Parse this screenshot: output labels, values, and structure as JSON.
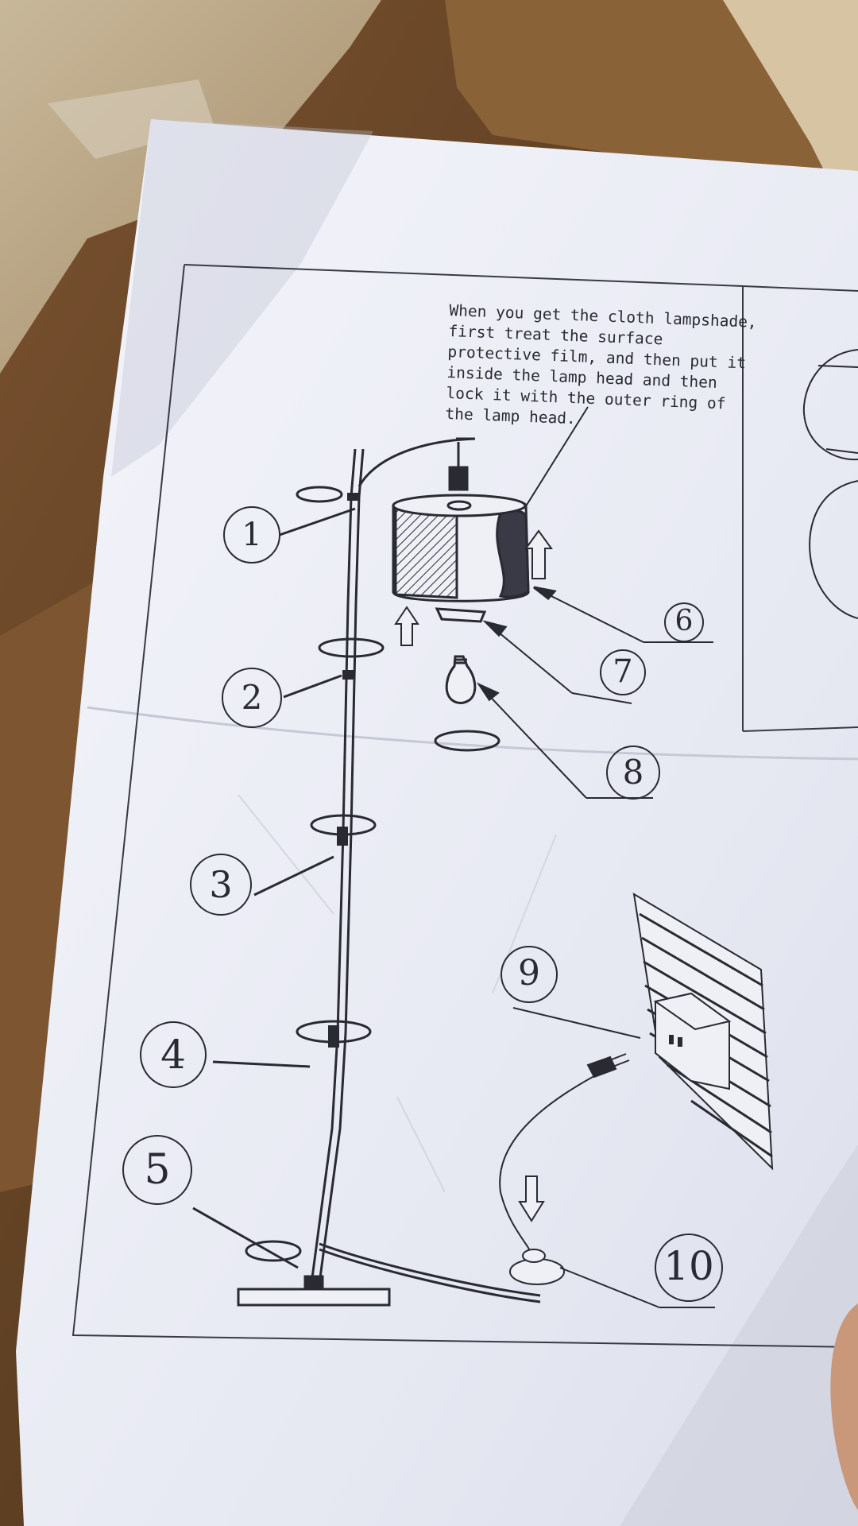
{
  "photo": {
    "subject": "Printed floor lamp assembly instruction sheet",
    "instruction_text": [
      "When you get the cloth lampshade,",
      "first treat the surface",
      "protective film, and then put it",
      "inside the lamp head and then",
      "lock it with the outer ring of",
      "the lamp head."
    ],
    "step_numbers": [
      "1",
      "2",
      "3",
      "4",
      "5",
      "6",
      "7",
      "8",
      "9",
      "10"
    ],
    "colors": {
      "paper": "#eceef6",
      "ink": "#2a2a33",
      "cardboard": "#8a6238",
      "table": "#6b4a2a"
    }
  }
}
